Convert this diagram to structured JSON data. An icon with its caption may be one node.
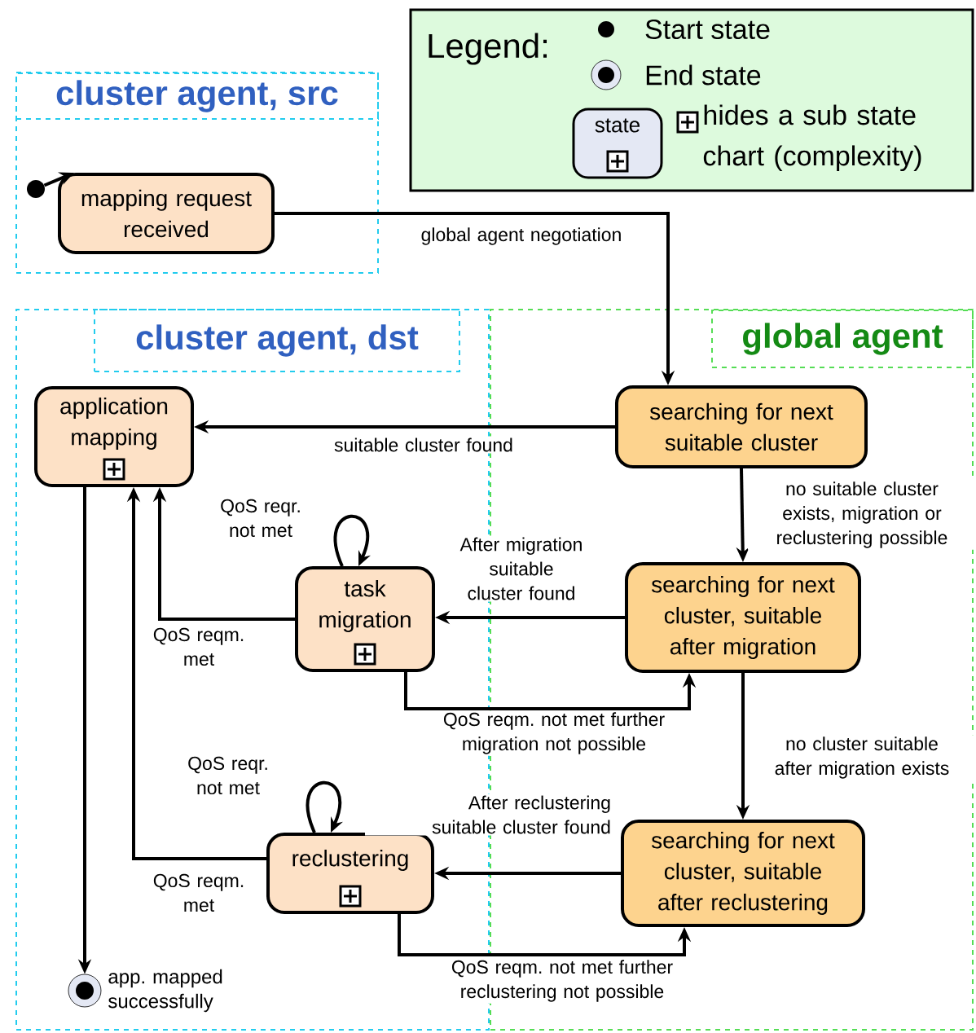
{
  "diagram": {
    "nodes": [
      {
        "text": [
          "cluster agent, src"
        ]
      },
      {
        "text": [],
        "shape": "circle",
        "in": 0
      },
      {
        "text": [
          "mapping request received"
        ],
        "in": 0
      },
      {
        "text": [
          "cluster agent, dst"
        ]
      },
      {
        "text": [
          "global agent"
        ]
      },
      {
        "text": [
          "application mapping"
        ],
        "in": 3
      },
      {
        "text": [
          "task migration"
        ],
        "in": 3
      },
      {
        "text": [
          "reclustering"
        ],
        "in": 3
      },
      {
        "text": [],
        "shape": "circle",
        "in": 3,
        "beside": [
          "app. mapped successfully"
        ]
      },
      {
        "text": [
          "searching for next suitable cluster"
        ],
        "in": 4
      },
      {
        "text": [
          "searching for next cluster, suitable after migration"
        ],
        "in": 4
      },
      {
        "text": [
          "searching for next cluster, suitable after reclustering"
        ],
        "in": 4
      }
    ],
    "edges": [
      {
        "from": 1,
        "to": 2,
        "arrow": "to"
      },
      {
        "from": 2,
        "to": 9,
        "arrow": "to",
        "label": "global agent negotiation"
      },
      {
        "from": 9,
        "to": 5,
        "arrow": "to",
        "label": "suitable cluster found"
      },
      {
        "from": 9,
        "to": 10,
        "arrow": "to",
        "label": "no suitable cluster exists, migration or reclustering possible"
      },
      {
        "from": 10,
        "to": 6,
        "arrow": "to",
        "label": "After migration suitable cluster found"
      },
      {
        "from": 6,
        "to": 6,
        "arrow": "to",
        "label": "QoS reqr. not met"
      },
      {
        "from": 6,
        "to": 5,
        "arrow": "to",
        "label": "QoS reqm. met"
      },
      {
        "from": 6,
        "to": 10,
        "arrow": "to",
        "label": "QoS reqm. not met further migration not possible"
      },
      {
        "from": 10,
        "to": 11,
        "arrow": "to",
        "label": "no cluster suitable after migration exists"
      },
      {
        "from": 11,
        "to": 7,
        "arrow": "to",
        "label": "After reclustering suitable cluster found"
      },
      {
        "from": 7,
        "to": 7,
        "arrow": "to",
        "label": "QoS reqr. not met"
      },
      {
        "from": 7,
        "to": 5,
        "arrow": "to",
        "label": "QoS reqm. met"
      },
      {
        "from": 7,
        "to": 11,
        "arrow": "to",
        "label": "QoS reqm. not met further reclustering not possible"
      },
      {
        "from": 5,
        "to": 8,
        "arrow": "to"
      }
    ],
    "labels": [
      "Legend:",
      "state"
    ],
    "legend": [
      {
        "text": "Start state"
      },
      {
        "text": "End state"
      },
      {
        "text": "hides a sub state chart (complexity)"
      }
    ]
  }
}
